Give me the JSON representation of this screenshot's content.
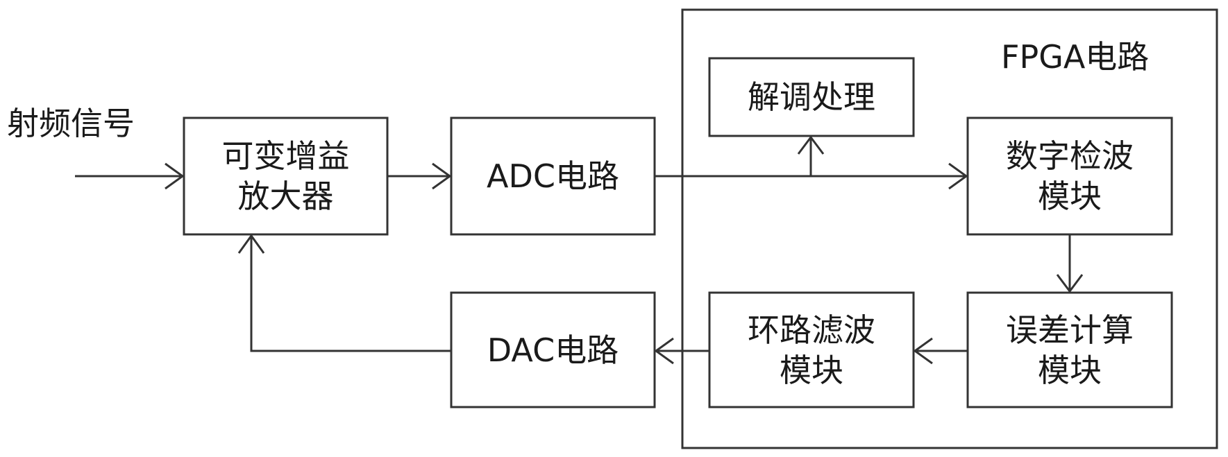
{
  "input_signal": "射频信号",
  "fpga": {
    "title": "FPGA电路"
  },
  "blocks": {
    "vga": "可变增益\n放大器",
    "adc": "ADC电路",
    "dac": "DAC电路",
    "demod": "解调处理",
    "detect": "数字检波\n模块",
    "error": "误差计算\n模块",
    "loop_filter": "环路滤波\n模块"
  },
  "colors": {
    "stroke": "#333333",
    "text": "#1a1a1a",
    "background": "#ffffff"
  }
}
